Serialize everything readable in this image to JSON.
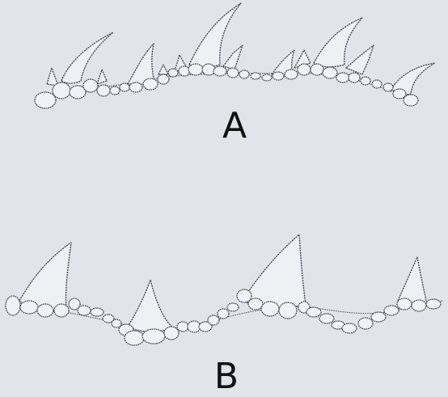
{
  "figure": {
    "background": "#e2e4ea",
    "line_color": "#4a4c52",
    "panels": [
      {
        "label": "A",
        "description_type": "curved hooked spines (thorns) on a beaded base row"
      },
      {
        "label": "B",
        "description_type": "straight triangular spines (thorns) on a beaded base row"
      }
    ]
  }
}
